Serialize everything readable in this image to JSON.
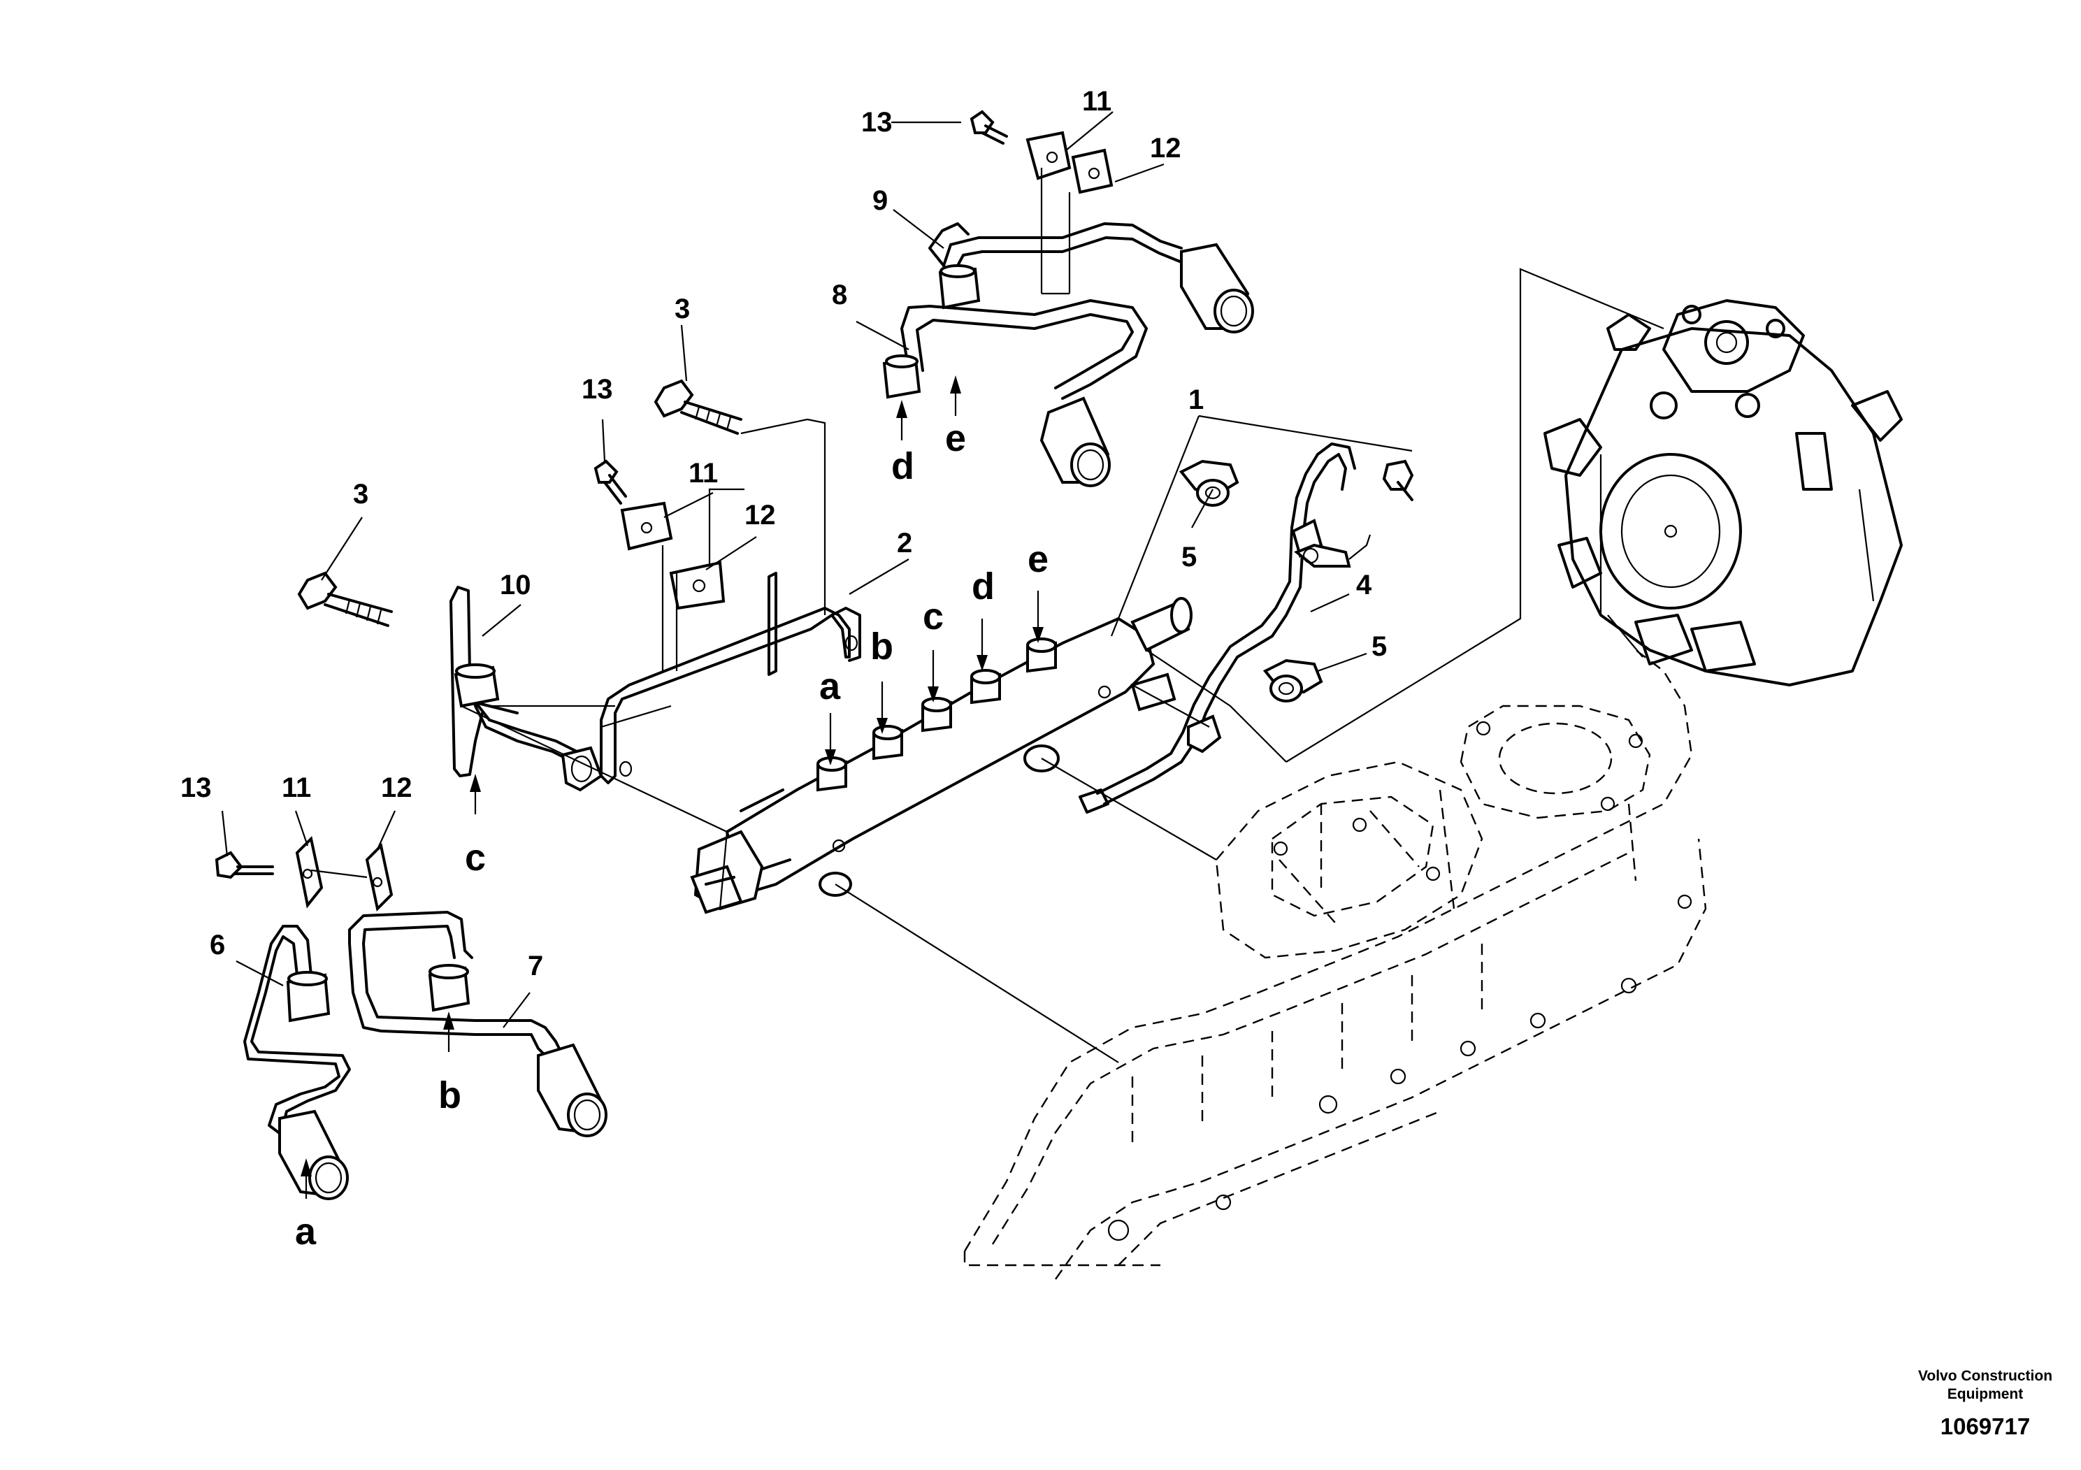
{
  "callouts": {
    "c1": "1",
    "c2": "2",
    "c3a": "3",
    "c3b": "3",
    "c4": "4",
    "c5a": "5",
    "c5b": "5",
    "c6": "6",
    "c7": "7",
    "c8": "8",
    "c9": "9",
    "c10": "10",
    "c11a": "11",
    "c11b": "11",
    "c11c": "11",
    "c12a": "12",
    "c12b": "12",
    "c12c": "12",
    "c13a": "13",
    "c13b": "13",
    "c13c": "13"
  },
  "connections": {
    "rail_a": "a",
    "rail_b": "b",
    "rail_c": "c",
    "rail_d": "d",
    "rail_e": "e",
    "pipe6_a": "a",
    "pipe7_b": "b",
    "pipe10_c": "c",
    "pipe8_d": "d",
    "pipe9_e": "e"
  },
  "footer": {
    "credit_line1": "Volvo Construction",
    "credit_line2": "Equipment",
    "drawing_number": "1069717"
  }
}
